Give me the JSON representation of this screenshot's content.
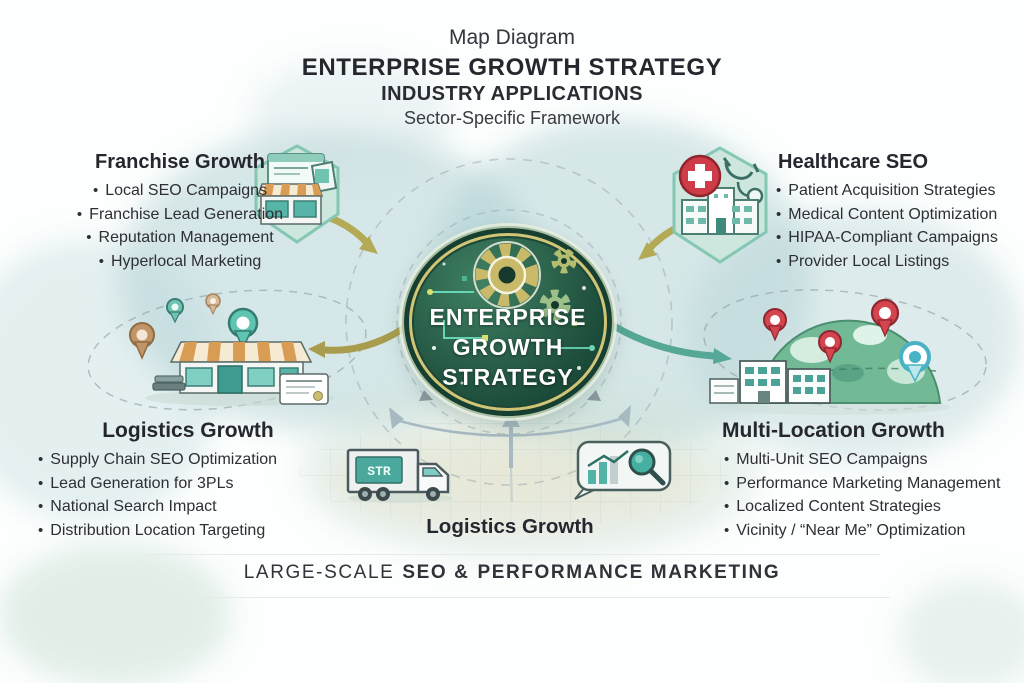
{
  "header": {
    "kicker": "Map Diagram",
    "title": "ENTERPRISE GROWTH STRATEGY",
    "subtitle": "INDUSTRY APPLICATIONS",
    "tagline": "Sector-Specific Framework"
  },
  "center": {
    "label_lines": [
      "ENTERPRISE",
      "GROWTH",
      "STRATEGY"
    ]
  },
  "quadrants": {
    "franchise": {
      "title": "Franchise Growth",
      "items": [
        "Local SEO Campaigns",
        "Franchise Lead Generation",
        "Reputation Management",
        "Hyperlocal Marketing"
      ]
    },
    "healthcare": {
      "title": "Healthcare SEO",
      "items": [
        "Patient Acquisition Strategies",
        "Medical Content Optimization",
        "HIPAA-Compliant Campaigns",
        "Provider Local Listings"
      ]
    },
    "logistics": {
      "title": "Logistics Growth",
      "items": [
        "Supply Chain SEO Optimization",
        "Lead Generation for 3PLs",
        "National Search Impact",
        "Distribution Location Targeting"
      ]
    },
    "multi_location": {
      "title": "Multi-Location Growth",
      "items": [
        "Multi-Unit SEO Campaigns",
        "Performance Marketing Management",
        "Localized Content Strategies",
        "Vicinity / “Near Me” Optimization"
      ]
    }
  },
  "bottom_center": {
    "label": "Logistics Growth",
    "truck_text": "STR"
  },
  "footer": {
    "part1": "LARGE-SCALE",
    "part2": "SEO &",
    "part3": "PERFORMANCE MARKETING"
  },
  "palette": {
    "gold_arrow": "#b4aa56",
    "teal_accent": "#55a796",
    "dark_green_center": "#1b4a39",
    "gold_ring": "#d0c476",
    "red_pin": "#d5454f",
    "slate_gray_arrow": "#a7bac2",
    "awning_orange": "#d89c55"
  }
}
